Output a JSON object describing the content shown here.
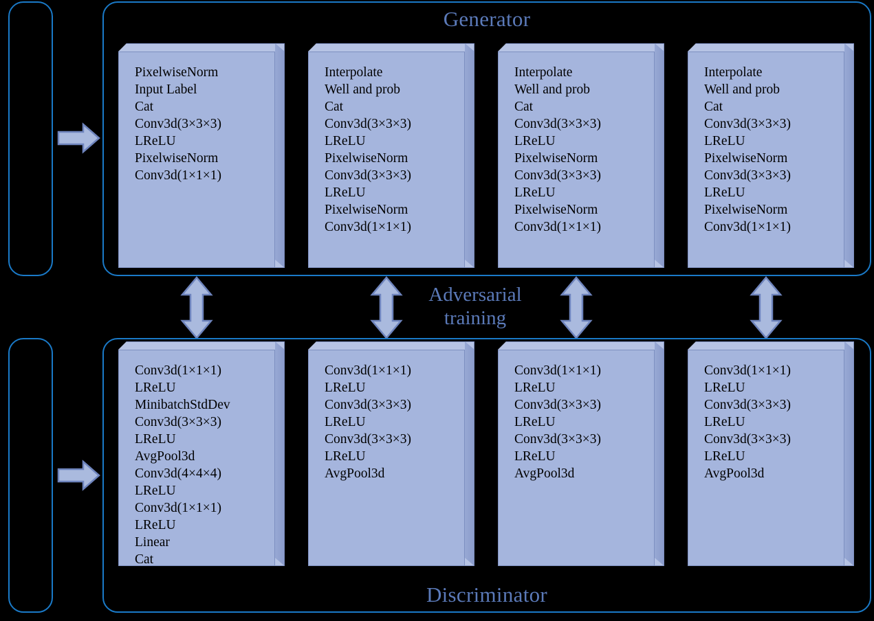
{
  "diagram": {
    "title_generator": "Generator",
    "title_discriminator": "Discriminator",
    "middle_label_line1": "Adversarial",
    "middle_label_line2": "training",
    "colors": {
      "background": "#000000",
      "panel_border": "#1a7ac8",
      "title_text": "#5b7ab9",
      "block_face": "#a5b5dd",
      "block_top": "#b6c3e4",
      "block_side": "#8b9ccb",
      "block_outline": "#7d8fc0",
      "arrow_fill": "#aabade",
      "arrow_stroke": "#6e84bd",
      "block_text": "#000000"
    },
    "generator": {
      "blocks": [
        {
          "name": "generator-block-1",
          "lines": [
            "PixelwiseNorm",
            "Input Label",
            "Cat",
            "Conv3d(3×3×3)",
            "LReLU",
            "PixelwiseNorm",
            "Conv3d(1×1×1)"
          ]
        },
        {
          "name": "generator-block-2",
          "lines": [
            "Interpolate",
            "Well and prob",
            "Cat",
            "Conv3d(3×3×3)",
            "LReLU",
            "PixelwiseNorm",
            "Conv3d(3×3×3)",
            "LReLU",
            "PixelwiseNorm",
            "Conv3d(1×1×1)"
          ]
        },
        {
          "name": "generator-block-3",
          "lines": [
            "Interpolate",
            "Well and prob",
            "Cat",
            "Conv3d(3×3×3)",
            "LReLU",
            "PixelwiseNorm",
            "Conv3d(3×3×3)",
            "LReLU",
            "PixelwiseNorm",
            "Conv3d(1×1×1)"
          ]
        },
        {
          "name": "generator-block-4",
          "lines": [
            "Interpolate",
            "Well and prob",
            "Cat",
            "Conv3d(3×3×3)",
            "LReLU",
            "PixelwiseNorm",
            "Conv3d(3×3×3)",
            "LReLU",
            "PixelwiseNorm",
            "Conv3d(1×1×1)"
          ]
        }
      ]
    },
    "discriminator": {
      "blocks": [
        {
          "name": "discriminator-block-1",
          "lines": [
            "Conv3d(1×1×1)",
            "LReLU",
            "MinibatchStdDev",
            "Conv3d(3×3×3)",
            "LReLU",
            "AvgPool3d",
            "Conv3d(4×4×4)",
            "LReLU",
            "Conv3d(1×1×1)",
            "LReLU",
            "Linear",
            "Cat"
          ]
        },
        {
          "name": "discriminator-block-2",
          "lines": [
            "Conv3d(1×1×1)",
            "LReLU",
            "Conv3d(3×3×3)",
            "LReLU",
            "Conv3d(3×3×3)",
            "LReLU",
            "AvgPool3d"
          ]
        },
        {
          "name": "discriminator-block-3",
          "lines": [
            "Conv3d(1×1×1)",
            "LReLU",
            "Conv3d(3×3×3)",
            "LReLU",
            "Conv3d(3×3×3)",
            "LReLU",
            "AvgPool3d"
          ]
        },
        {
          "name": "discriminator-block-4",
          "lines": [
            "Conv3d(1×1×1)",
            "LReLU",
            "Conv3d(3×3×3)",
            "LReLU",
            "Conv3d(3×3×3)",
            "LReLU",
            "AvgPool3d"
          ]
        }
      ]
    },
    "arrows": {
      "input_arrows": 2,
      "adversarial_arrows": 4
    }
  }
}
